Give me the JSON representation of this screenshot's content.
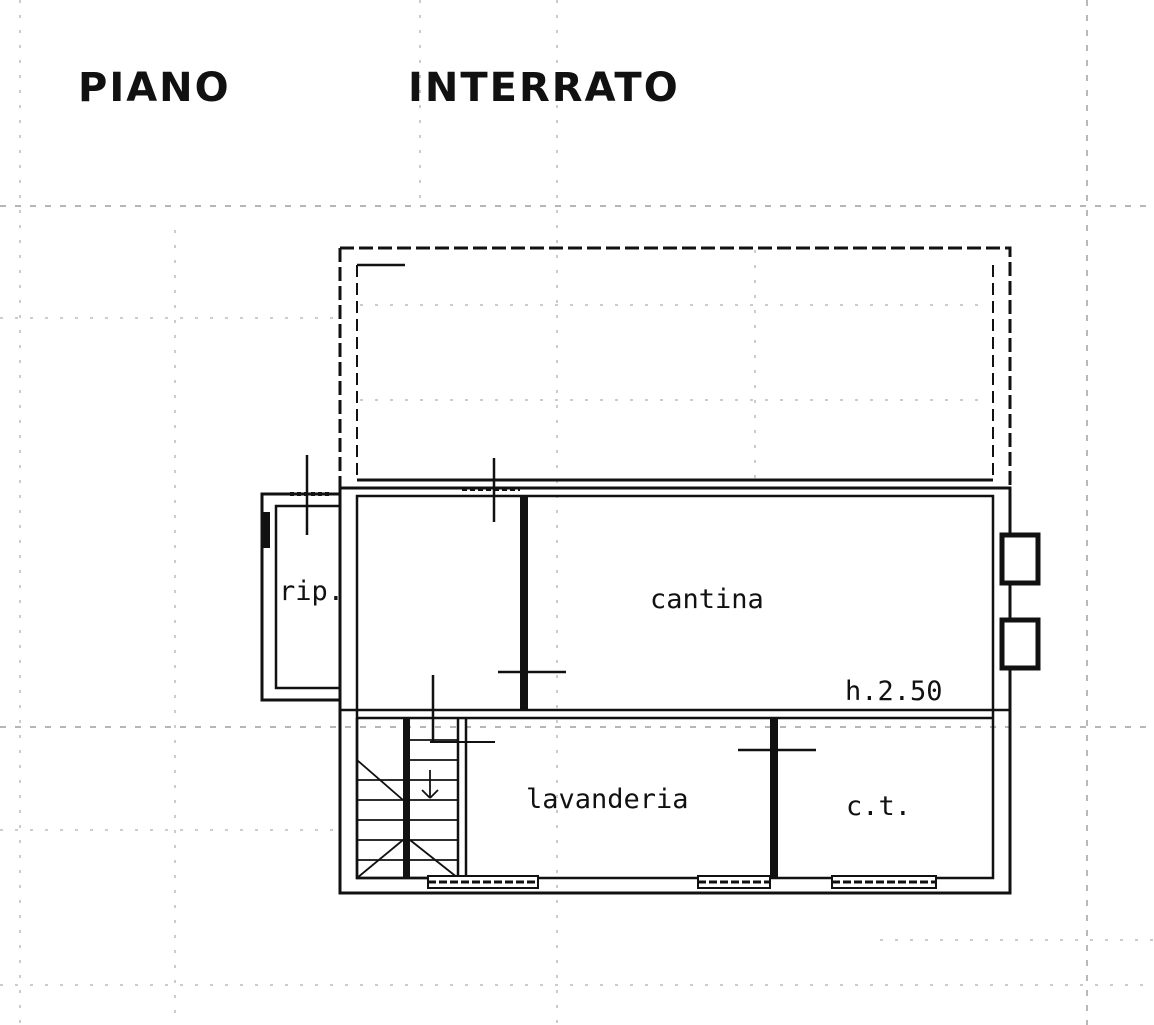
{
  "title": {
    "word1": "PIANO",
    "word2": "INTERRATO"
  },
  "rooms": {
    "storage": "rip.",
    "cellar": "cantina",
    "ceiling_height": "h.2.50",
    "laundry": "lavanderia",
    "boiler_room": "c.t."
  }
}
